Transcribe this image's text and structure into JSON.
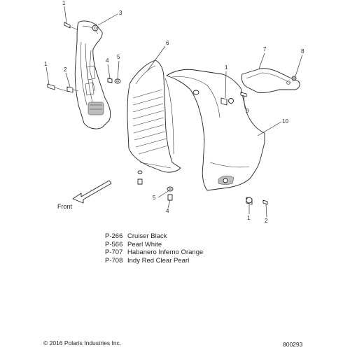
{
  "callouts": {
    "c1_top": "1",
    "c3": "3",
    "c1_left": "1",
    "c2_left": "2",
    "c5_top": "5",
    "c4_top": "4",
    "c6": "6",
    "c7": "7",
    "c8": "8",
    "c1_mid": "1",
    "c9": "9",
    "c10": "10",
    "c5_bottom": "5",
    "c4_bottom": "4",
    "c1_bottom": "1",
    "c2_bottom": "2"
  },
  "direction_label": "Front",
  "color_legend": [
    {
      "code": "P-266",
      "name": "Cruiser Black"
    },
    {
      "code": "P-566",
      "name": "Pearl White"
    },
    {
      "code": "P-707",
      "name": "Habanero Inferno Orange"
    },
    {
      "code": "P-708",
      "name": "Indy Red Clear Pearl"
    }
  ],
  "copyright": "© 2016 Polaris Industries Inc.",
  "drawing_number": "800293"
}
